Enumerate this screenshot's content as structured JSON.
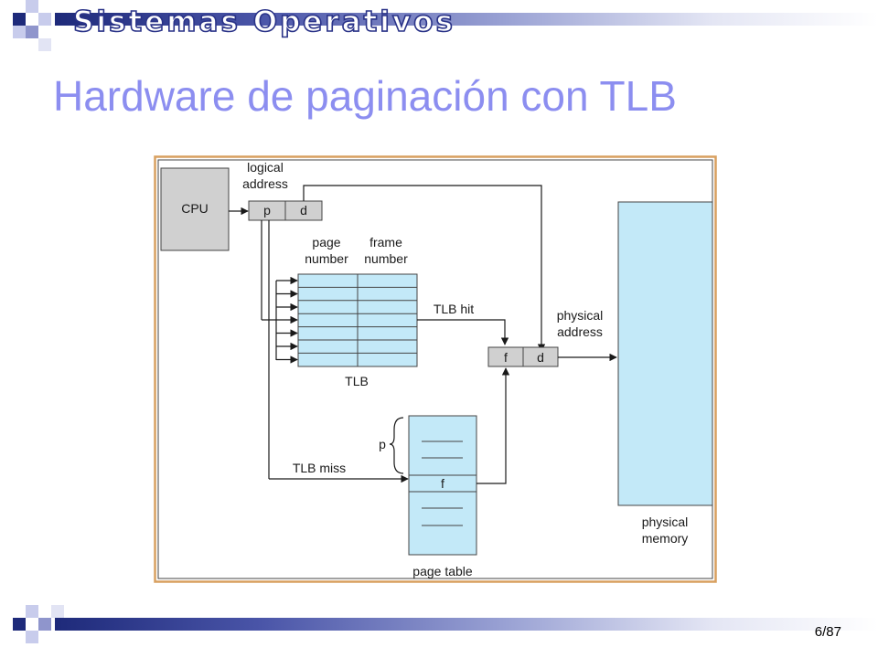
{
  "header": {
    "title": "Sistemas Operativos"
  },
  "slide": {
    "title": "Hardware de paginación con TLB",
    "page_number": "6/87"
  },
  "diagram": {
    "cpu_label": "CPU",
    "logical_address_label_1": "logical",
    "logical_address_label_2": "address",
    "logical_p": "p",
    "logical_d": "d",
    "tlb_col1_line1": "page",
    "tlb_col1_line2": "number",
    "tlb_col2_line1": "frame",
    "tlb_col2_line2": "number",
    "tlb_label": "TLB",
    "tlb_hit_label": "TLB hit",
    "tlb_miss_label": "TLB miss",
    "physical_f": "f",
    "physical_d": "d",
    "physical_address_label_1": "physical",
    "physical_address_label_2": "address",
    "page_table_p": "p",
    "page_table_f": "f",
    "page_table_label": "page table",
    "physical_memory_label_1": "physical",
    "physical_memory_label_2": "memory"
  },
  "colors": {
    "accent_title": "#8c8ef0",
    "dark_blue": "#1e2a7a",
    "light_blue_fill": "#c3e9f8",
    "gray_fill": "#d0d0d0",
    "frame_border": "#d8a060"
  }
}
